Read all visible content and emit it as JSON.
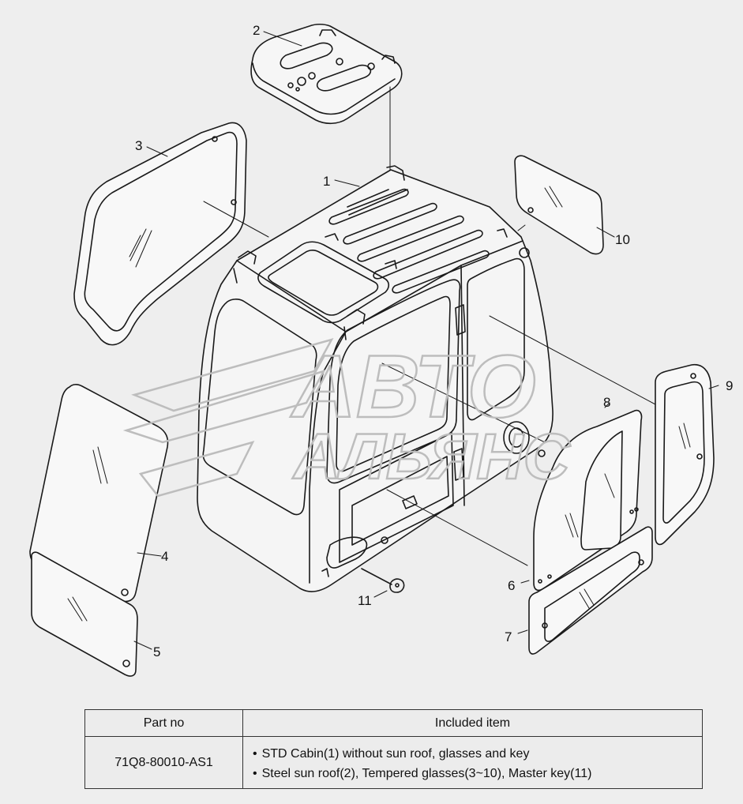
{
  "callouts": [
    {
      "id": "c1",
      "text": "1"
    },
    {
      "id": "c2",
      "text": "2"
    },
    {
      "id": "c3",
      "text": "3"
    },
    {
      "id": "c4",
      "text": "4"
    },
    {
      "id": "c5",
      "text": "5"
    },
    {
      "id": "c6",
      "text": "6"
    },
    {
      "id": "c7",
      "text": "7"
    },
    {
      "id": "c8",
      "text": "8"
    },
    {
      "id": "c9",
      "text": "9"
    },
    {
      "id": "c10",
      "text": "10"
    },
    {
      "id": "c11",
      "text": "11"
    }
  ],
  "watermark": {
    "line1": "АВТО",
    "line2": "АЛЬЯНС"
  },
  "table": {
    "headers": [
      "Part no",
      "Included item"
    ],
    "rows": [
      {
        "part_no": "71Q8-80010-AS1",
        "items": [
          "STD Cabin(1) without sun roof, glasses and key",
          "Steel sun roof(2), Tempered glasses(3~10), Master key(11)"
        ]
      }
    ]
  },
  "colors": {
    "background": "#eeeeee",
    "line": "#1a1a1a",
    "watermark": "#bdbdbd"
  }
}
